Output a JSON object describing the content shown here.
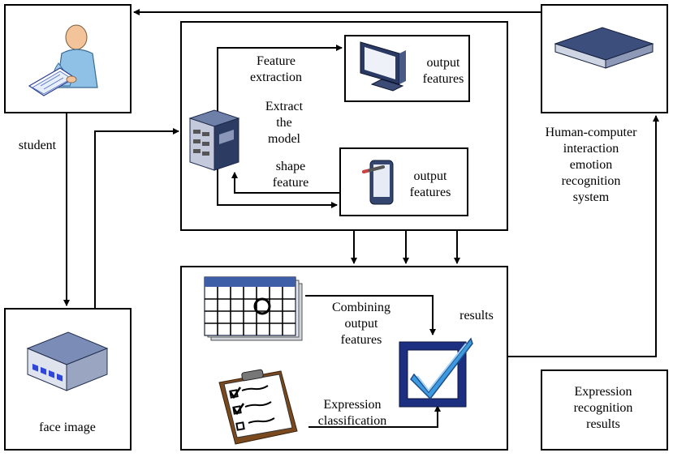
{
  "labels": {
    "student": "student",
    "face_image": "face image",
    "feature_extraction": "Feature\nextraction",
    "extract_model": "Extract\nthe\nmodel",
    "shape_feature": "shape\nfeature",
    "output_features_top": "output\nfeatures",
    "output_features_bottom": "output\nfeatures",
    "hci_system": "Human-computer\ninteraction\nemotion\nrecognition\nsystem",
    "combining_output_features": "Combining\noutput\nfeatures",
    "results": "results",
    "expression_classification": "Expression\nclassification",
    "expression_recognition_results": "Expression\nrecognition\nresults"
  },
  "icons": {
    "student": "student-at-desk-icon",
    "face_image": "camera-device-icon",
    "server": "server-tower-icon",
    "monitor": "monitor-icon",
    "tablet": "tablet-stylus-icon",
    "hci_device": "flat-device-icon",
    "calendar": "calendar-icon",
    "clipboard": "checklist-clipboard-icon",
    "checkmark": "checkmark-box-icon"
  },
  "colors": {
    "stroke": "#000000",
    "device_blue": "#3b4f7c",
    "device_dark": "#1d2a4a",
    "check_blue": "#1f3a93",
    "clipboard_brown": "#7a4a1e"
  }
}
